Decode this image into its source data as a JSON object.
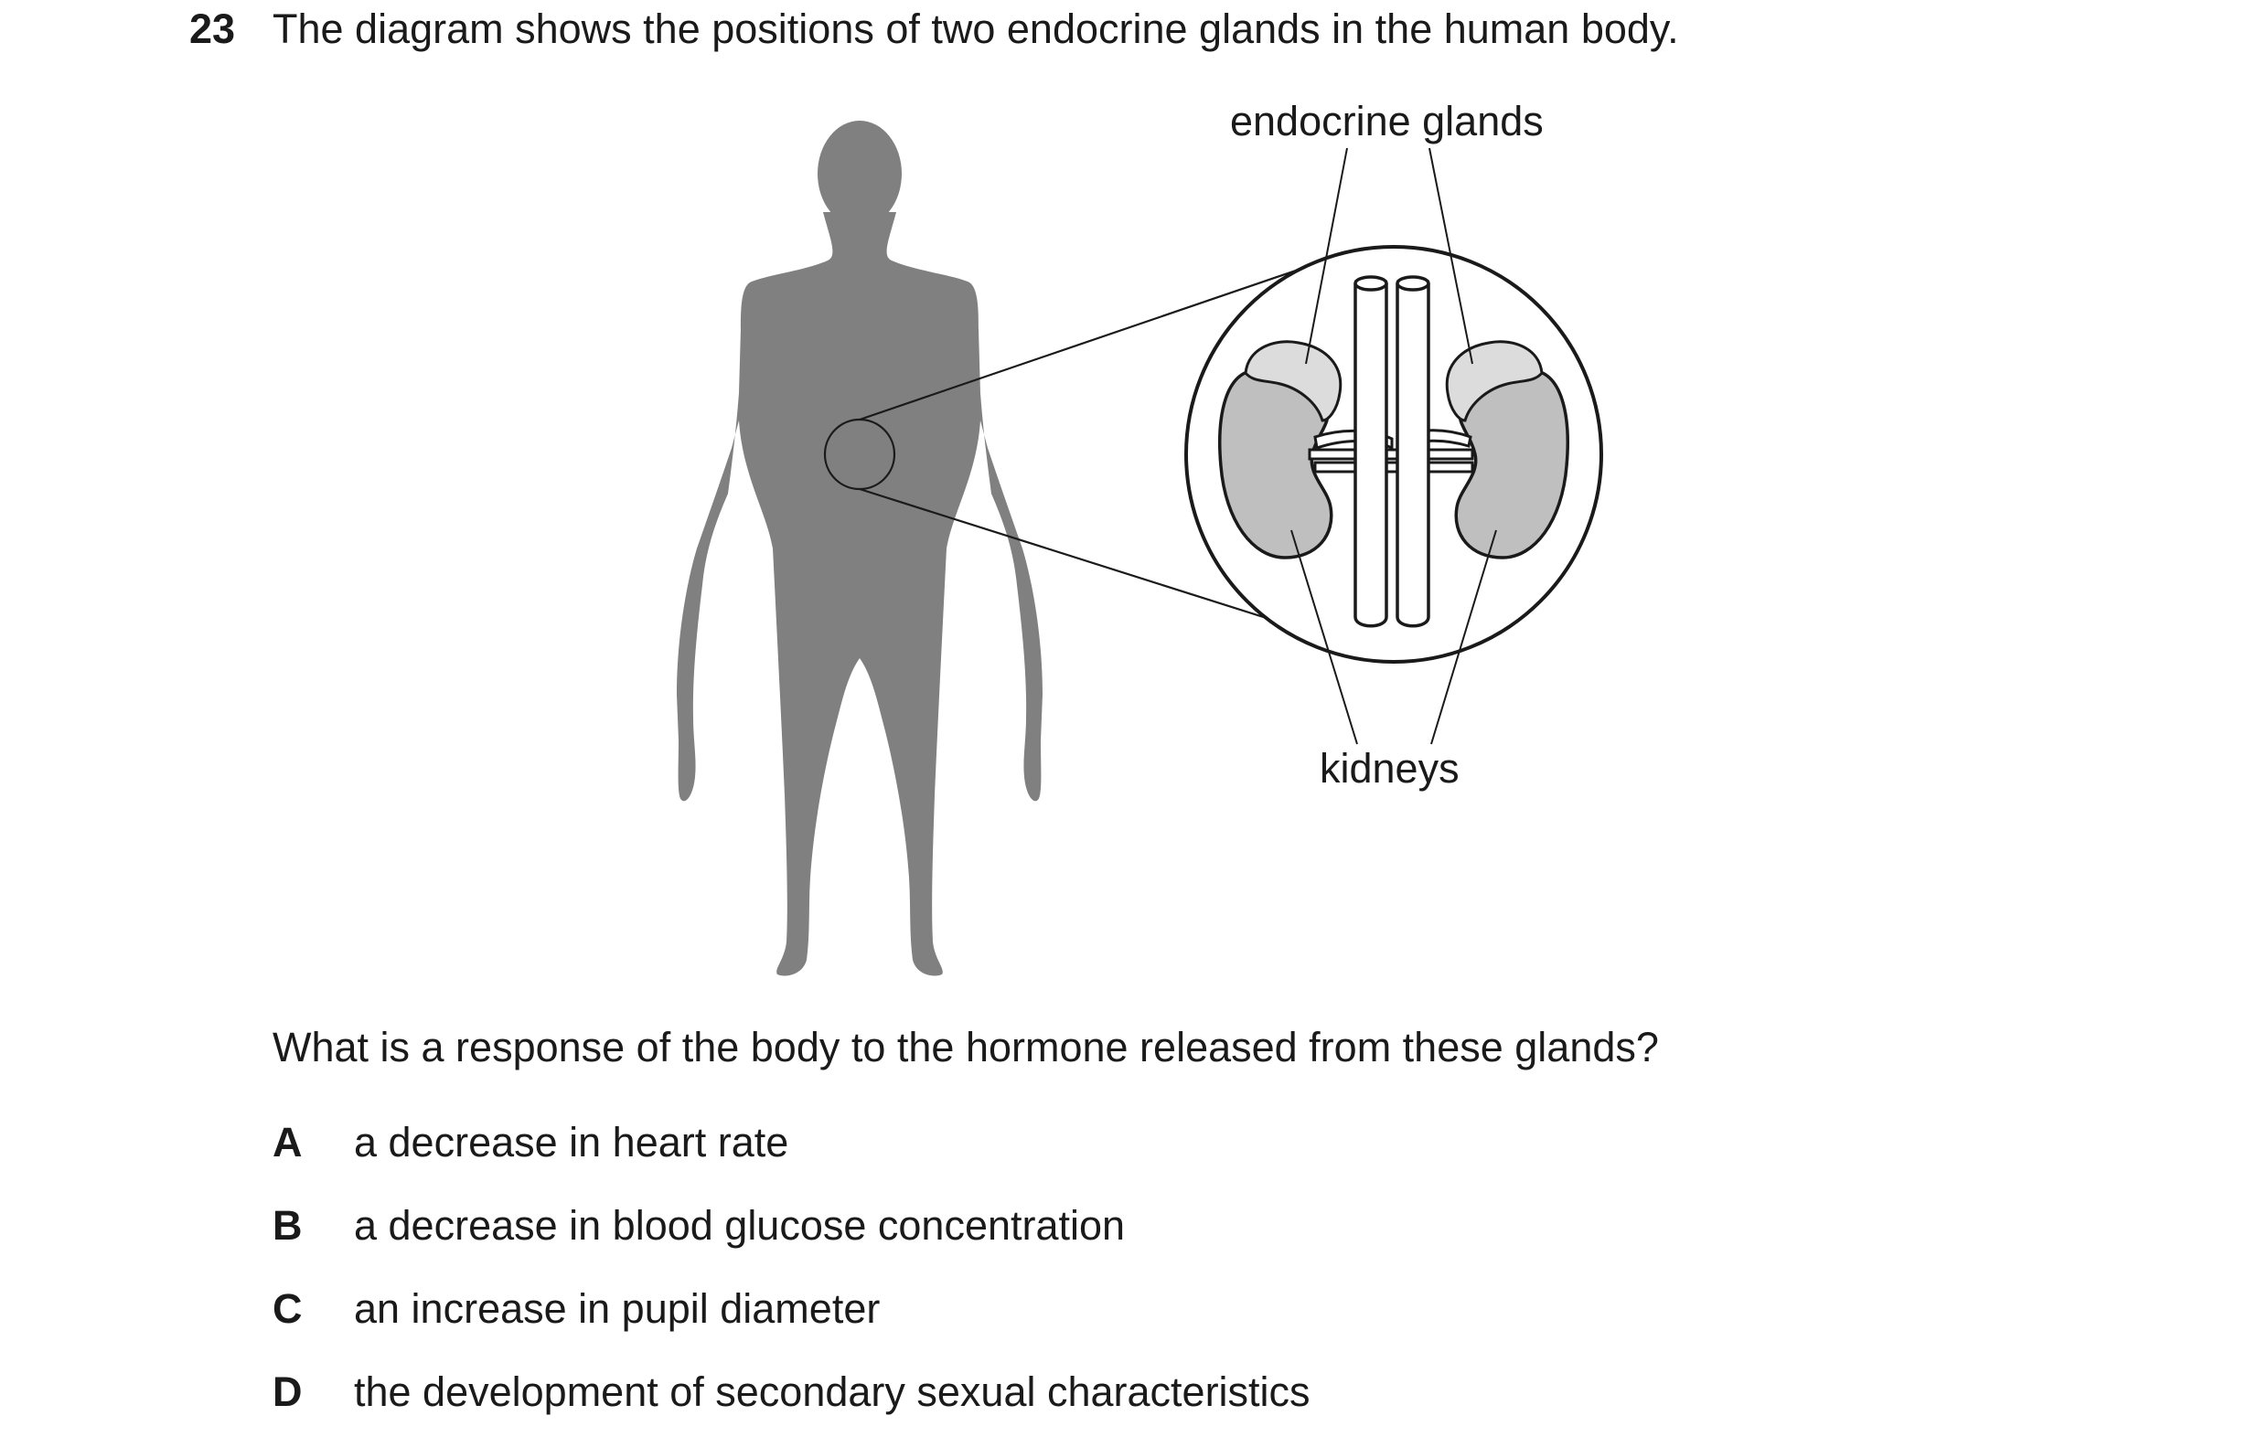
{
  "question": {
    "number": "23",
    "stem": "The diagram shows the positions of two endocrine glands in the human body.",
    "prompt": "What is a response of the body to the hormone released from these glands?"
  },
  "figure": {
    "label_glands": "endocrine glands",
    "label_kidneys": "kidneys",
    "colors": {
      "body": "#808080",
      "kidney": "#bfbfbf",
      "gland": "#dcdcdc",
      "outline": "#1a1a1a"
    }
  },
  "options": [
    {
      "letter": "A",
      "text": "a decrease in heart rate"
    },
    {
      "letter": "B",
      "text": "a decrease in blood glucose concentration"
    },
    {
      "letter": "C",
      "text": "an increase in pupil diameter"
    },
    {
      "letter": "D",
      "text": "the development of secondary sexual characteristics"
    }
  ]
}
